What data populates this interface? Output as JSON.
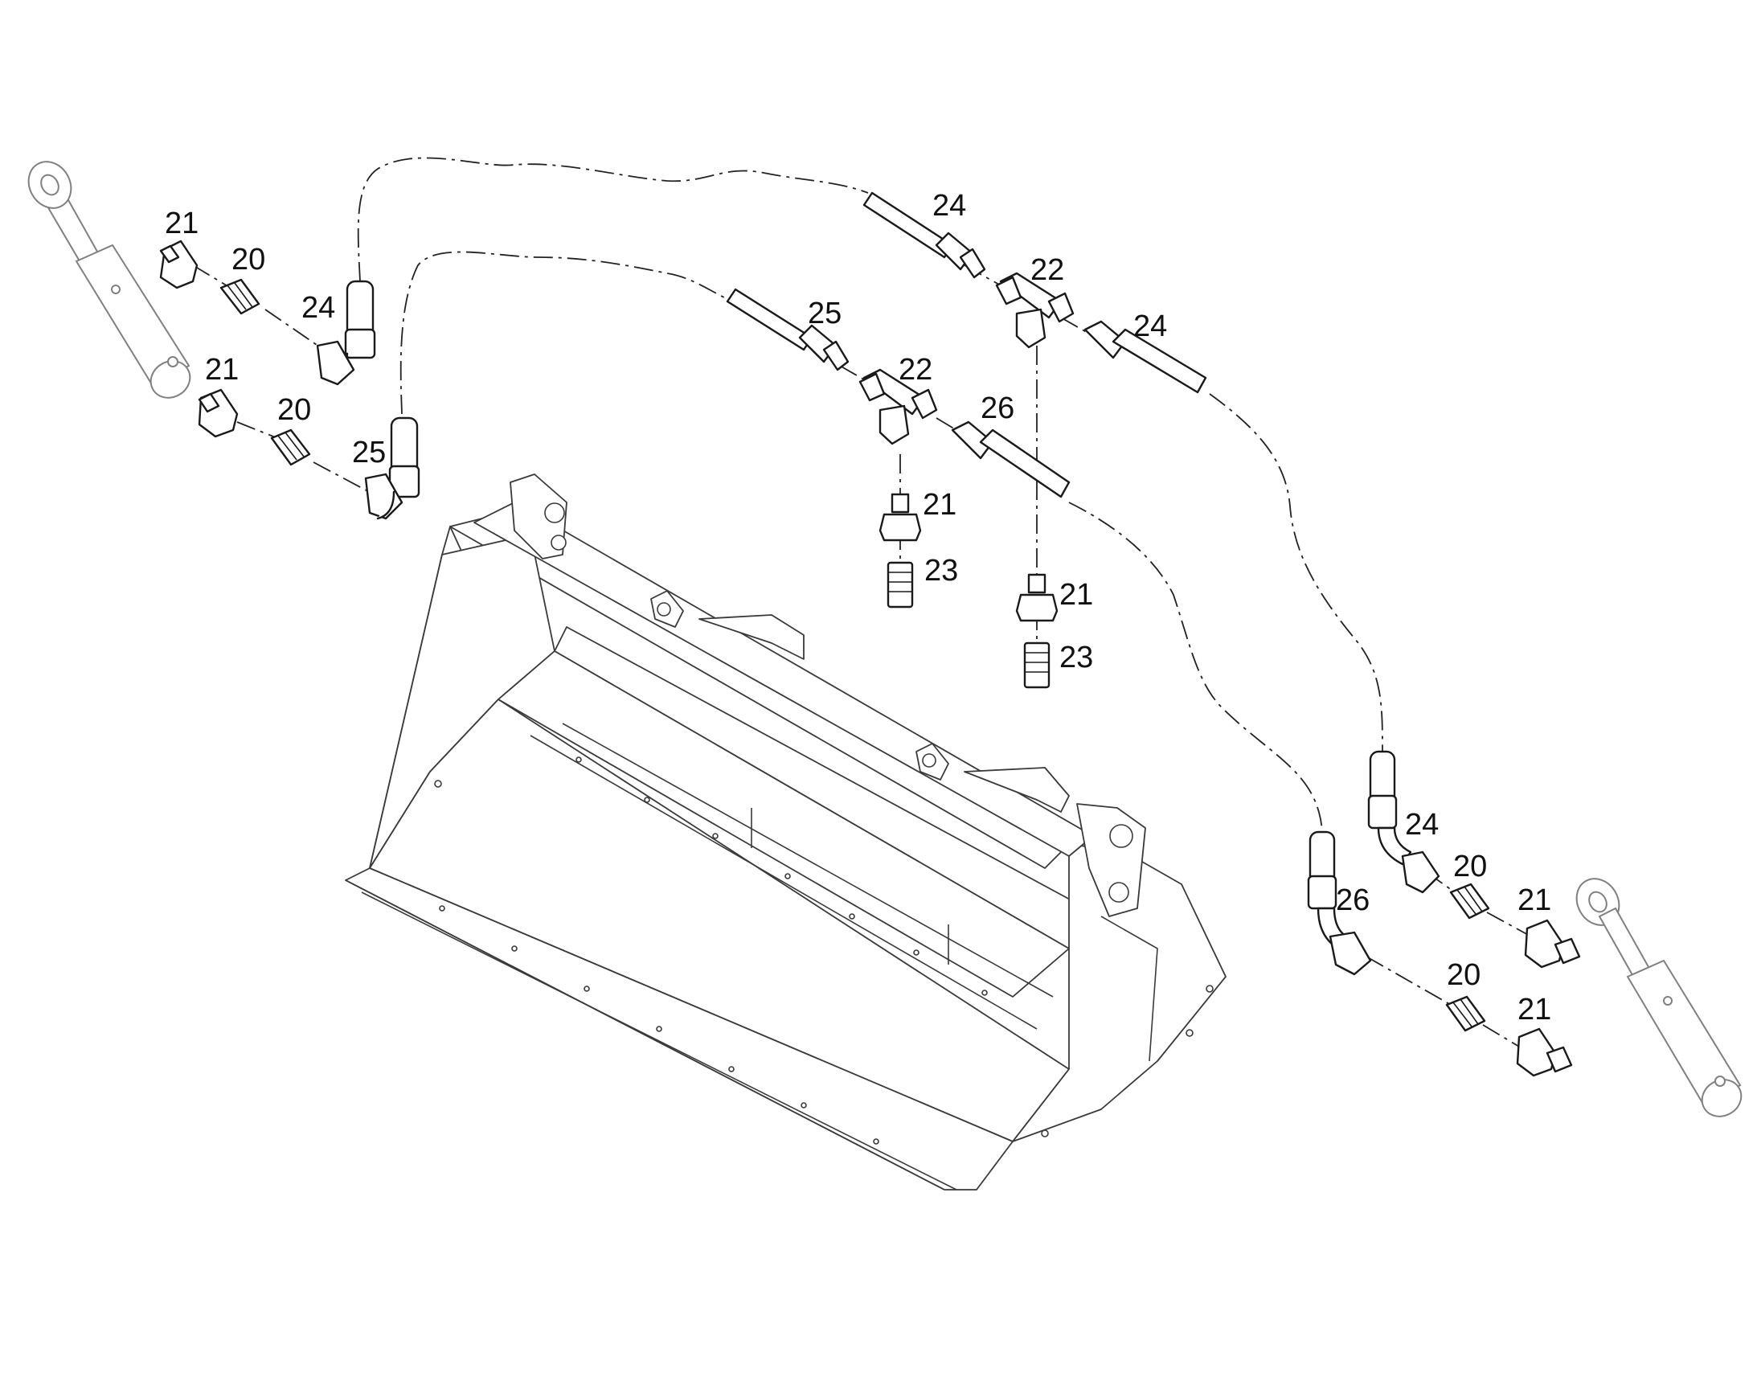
{
  "callouts": [
    {
      "id": "c-21-a",
      "text": "21"
    },
    {
      "id": "c-20-a",
      "text": "20"
    },
    {
      "id": "c-24-a",
      "text": "24"
    },
    {
      "id": "c-21-b",
      "text": "21"
    },
    {
      "id": "c-20-b",
      "text": "20"
    },
    {
      "id": "c-25-a",
      "text": "25"
    },
    {
      "id": "c-24-b",
      "text": "24"
    },
    {
      "id": "c-22-a",
      "text": "22"
    },
    {
      "id": "c-24-c",
      "text": "24"
    },
    {
      "id": "c-25-b",
      "text": "25"
    },
    {
      "id": "c-22-b",
      "text": "22"
    },
    {
      "id": "c-26-a",
      "text": "26"
    },
    {
      "id": "c-21-c",
      "text": "21"
    },
    {
      "id": "c-23-a",
      "text": "23"
    },
    {
      "id": "c-21-d",
      "text": "21"
    },
    {
      "id": "c-23-b",
      "text": "23"
    },
    {
      "id": "c-24-d",
      "text": "24"
    },
    {
      "id": "c-20-c",
      "text": "20"
    },
    {
      "id": "c-21-e",
      "text": "21"
    },
    {
      "id": "c-26-b",
      "text": "26"
    },
    {
      "id": "c-20-d",
      "text": "20"
    },
    {
      "id": "c-21-f",
      "text": "21"
    }
  ]
}
